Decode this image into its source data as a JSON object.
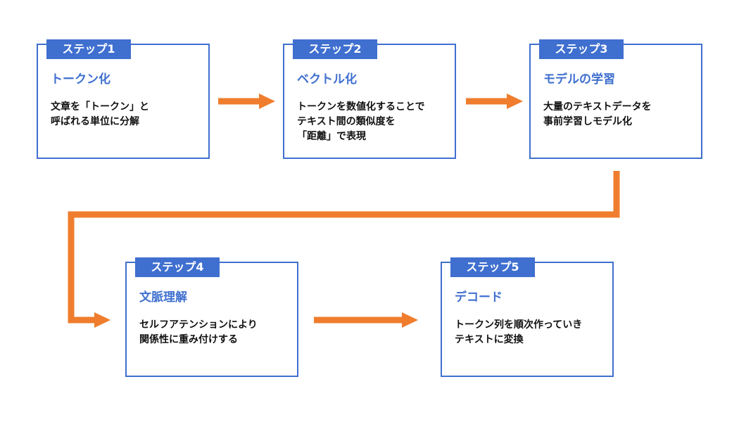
{
  "colors": {
    "accent": "#3f6fcf",
    "arrow": "#ef7d2d",
    "text": "#111111"
  },
  "steps": [
    {
      "tab": "ステップ1",
      "title": "トークン化",
      "description": "文章を「トークン」と\n呼ばれる単位に分解"
    },
    {
      "tab": "ステップ2",
      "title": "ベクトル化",
      "description": "トークンを数値化することで\nテキスト間の類似度を\n「距離」で表現"
    },
    {
      "tab": "ステップ3",
      "title": "モデルの学習",
      "description": "大量のテキストデータを\n事前学習しモデル化"
    },
    {
      "tab": "ステップ4",
      "title": "文脈理解",
      "description": "セルフアテンションにより\n関係性に重み付けする"
    },
    {
      "tab": "ステップ5",
      "title": "デコード",
      "description": "トークン列を順次作っていき\nテキストに変換"
    }
  ]
}
